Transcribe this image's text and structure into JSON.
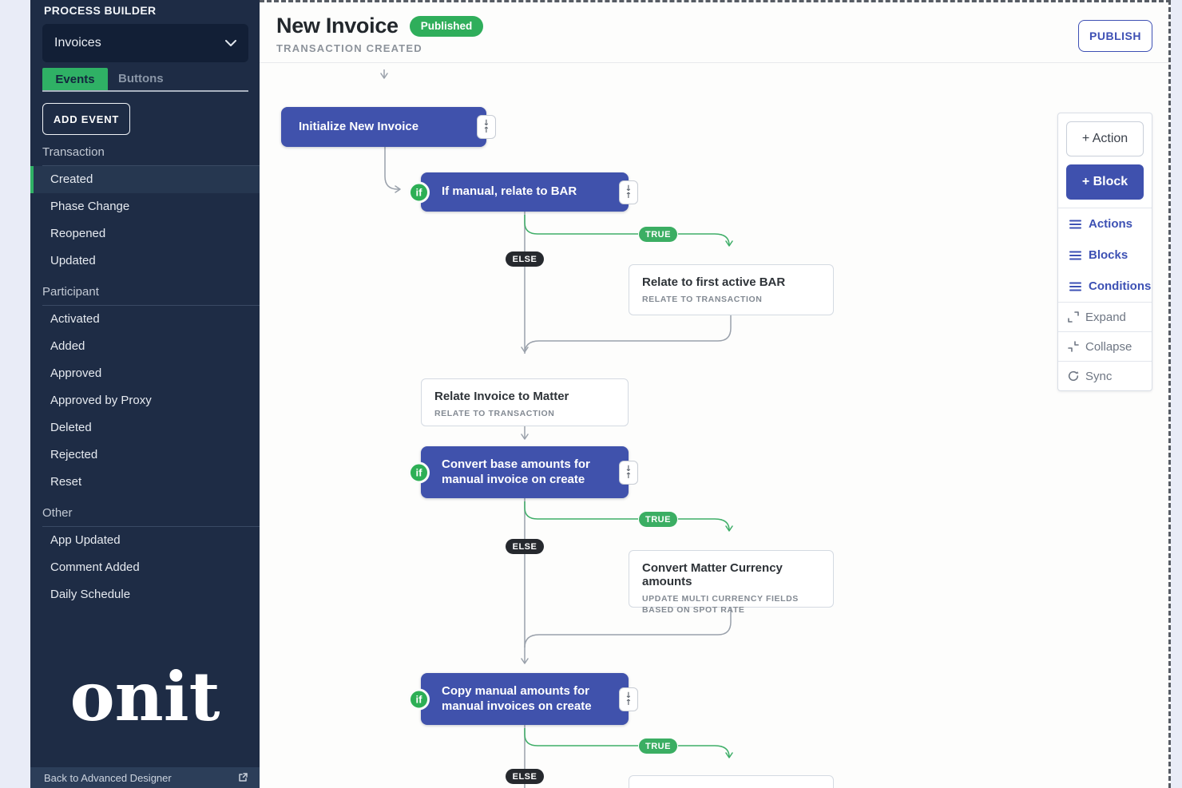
{
  "sidebar": {
    "title": "PROCESS BUILDER",
    "selector_value": "Invoices",
    "tabs": {
      "events": "Events",
      "buttons": "Buttons"
    },
    "add_event": "ADD EVENT",
    "sections": [
      {
        "label": "Transaction",
        "items": [
          "Created",
          "Phase Change",
          "Reopened",
          "Updated"
        ],
        "selected_item": "Created"
      },
      {
        "label": "Participant",
        "items": [
          "Activated",
          "Added",
          "Approved",
          "Approved by Proxy",
          "Deleted",
          "Rejected",
          "Reset"
        ]
      },
      {
        "label": "Other",
        "items": [
          "App Updated",
          "Comment Added",
          "Daily Schedule"
        ]
      }
    ],
    "logo_text": "onit",
    "footer_link": "Back to Advanced Designer"
  },
  "header": {
    "title": "New Invoice",
    "status_badge": "Published",
    "subtitle": "TRANSACTION CREATED",
    "publish_label": "PUBLISH"
  },
  "flow": {
    "if_label": "if",
    "true_label": "TRUE",
    "else_label": "ELSE",
    "start_node": "Initialize New Invoice",
    "condition1": "If manual, relate to BAR",
    "card1": {
      "title": "Relate to first active BAR",
      "subtitle": "RELATE TO TRANSACTION"
    },
    "card2": {
      "title": "Relate Invoice to Matter",
      "subtitle": "RELATE TO TRANSACTION"
    },
    "condition2": "Convert base amounts for manual invoice on create",
    "card3": {
      "title": "Convert Matter Currency amounts",
      "subtitle": "UPDATE MULTI CURRENCY FIELDS BASED ON SPOT RATE"
    },
    "condition3": "Copy manual amounts for manual invoices on create"
  },
  "right_panel": {
    "action_button": "+ Action",
    "block_button": "+ Block",
    "menu_items": [
      "Actions",
      "Blocks",
      "Conditions"
    ],
    "tools": [
      "Expand",
      "Collapse",
      "Sync"
    ]
  },
  "colors": {
    "sidebar_bg": "#1E2C45",
    "node_blue": "#4052AC",
    "accent_blue": "#3E50B4",
    "green": "#2FB165",
    "badge_green": "#2FAE5B",
    "else_dark": "#26292E",
    "page_bg": "#E9ECF7",
    "canvas_bg": "#FDFDFC"
  }
}
